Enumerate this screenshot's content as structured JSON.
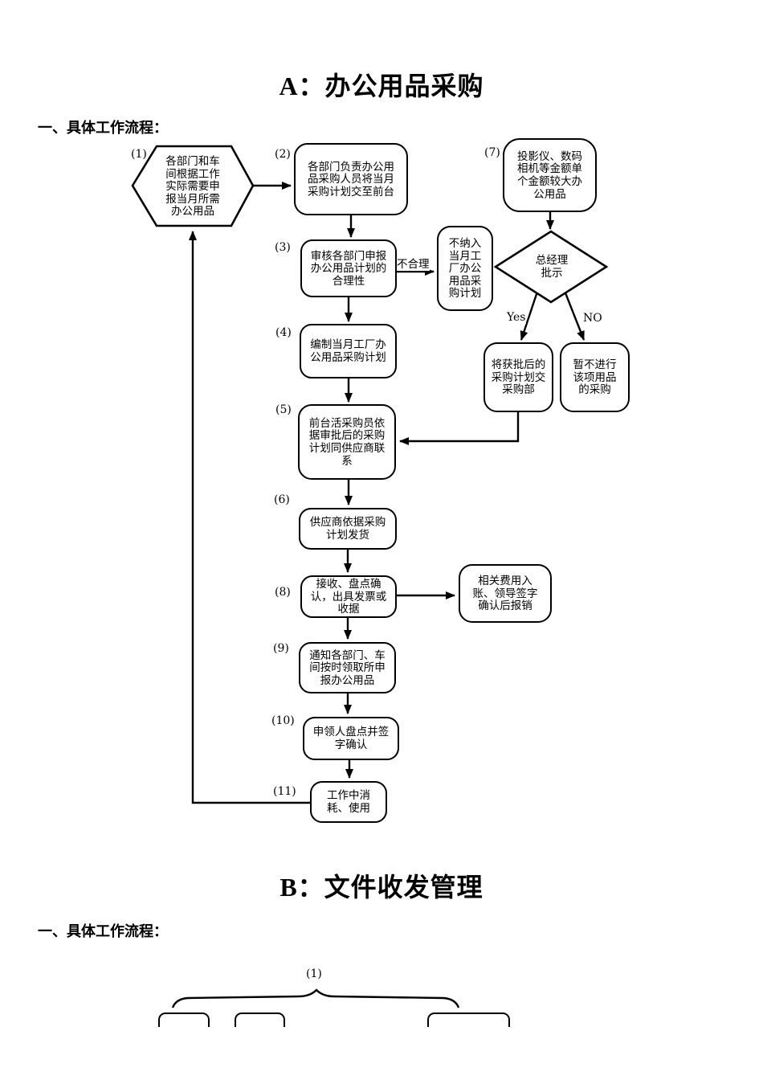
{
  "sections": {
    "a": {
      "title": "A：办公用品采购",
      "subtitle": "一、具体工作流程："
    },
    "b": {
      "title": "B：文件收发管理",
      "subtitle": "一、具体工作流程：",
      "step1_label": "(1)"
    }
  },
  "flowchart": {
    "steps": {
      "s1": {
        "label": "(1)",
        "text": "各部门和车\n间根据工作\n实际需要申\n报当月所需\n办公用品"
      },
      "s2": {
        "label": "(2)",
        "text": "各部门负责办公用\n品采购人员将当月\n采购计划交至前台"
      },
      "s3": {
        "label": "(3)",
        "text": "审核各部门申报\n办公用品计划的\n合理性"
      },
      "s4": {
        "label": "(4)",
        "text": "编制当月工厂办\n公用品采购计划"
      },
      "s5": {
        "label": "(5)",
        "text": "前台活采购员依\n据审批后的采购\n计划同供应商联\n系"
      },
      "s6": {
        "label": "(6)",
        "text": "供应商依据采购\n计划发货"
      },
      "s7": {
        "label": "(7)",
        "text": "投影仪、数码\n相机等金额单\n个金额较大办\n公用品"
      },
      "s8": {
        "label": "(8)",
        "text": "接收、盘点确\n认，出具发票或\n收据"
      },
      "s9": {
        "label": "(9)",
        "text": "通知各部门、车\n间按时领取所申\n报办公用品"
      },
      "s10": {
        "label": "(10)",
        "text": "申领人盘点并签\n字确认"
      },
      "s11": {
        "label": "(11)",
        "text": "工作中消\n耗、使用"
      }
    },
    "extra_nodes": {
      "exclude": {
        "text": "不纳入\n当月工\n厂办公\n用品采\n购计划"
      },
      "gm_review": {
        "text": "总经理\n批示"
      },
      "approved": {
        "text": "将获批后的\n采购计划交\n采购部"
      },
      "rejected": {
        "text": "暂不进行\n该项用品\n的采购"
      },
      "reimburse": {
        "text": "相关费用入\n账、领导签字\n确认后报销"
      }
    },
    "edge_labels": {
      "unreasonable": "不合理",
      "yes": "Yes",
      "no": "NO"
    }
  }
}
